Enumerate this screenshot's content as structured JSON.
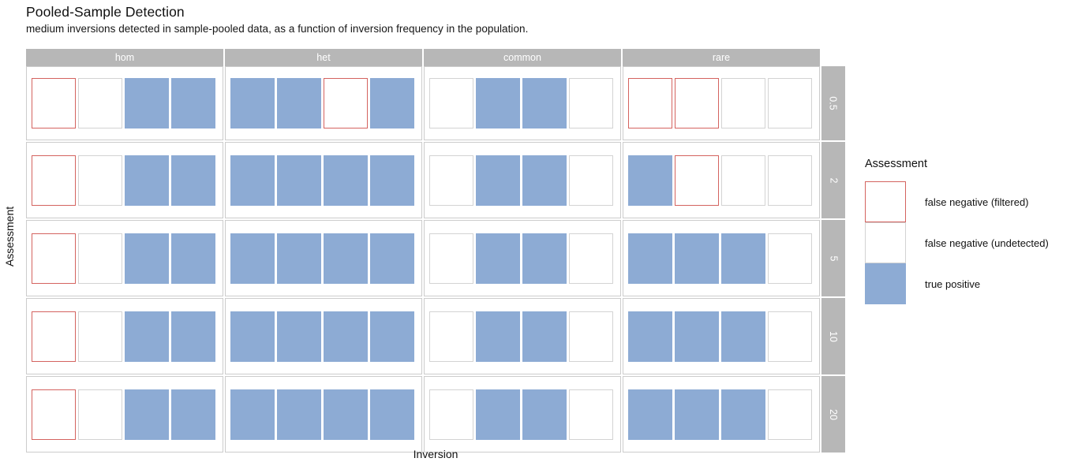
{
  "header": {
    "title": "Pooled-Sample Detection",
    "subtitle": "medium inversions detected in sample-pooled data, as a function of inversion frequency in the population."
  },
  "axes": {
    "y_title": "Assessment",
    "x_title": "Inversion"
  },
  "legend": {
    "title": "Assessment",
    "items": [
      {
        "key": "fn-filtered",
        "label": "false negative (filtered)",
        "color": "#d4635f",
        "fill": "#ffffff"
      },
      {
        "key": "fn-undetected",
        "label": "false negative (undetected)",
        "color": "#d3d3d3",
        "fill": "#ffffff"
      },
      {
        "key": "tp",
        "label": "true positive",
        "color": "#8dabd4",
        "fill": "#8dabd4"
      }
    ]
  },
  "colors": {
    "strip_background": "#b7b7b7",
    "strip_text": "#ffffff",
    "panel_border": "#cccccc",
    "true_positive": "#8dabd4",
    "false_negative_filtered": "#d4635f",
    "false_negative_undetected": "#d3d3d3",
    "background": "#ffffff"
  },
  "chart_data": {
    "type": "heatmap",
    "title": "Pooled-Sample Detection",
    "subtitle": "medium inversions detected in sample-pooled data, as a function of inversion frequency in the population.",
    "xlabel": "Inversion",
    "ylabel": "Assessment",
    "col_facets": [
      "hom",
      "het",
      "common",
      "rare"
    ],
    "row_facets": [
      "0.5",
      "2",
      "5",
      "10",
      "20"
    ],
    "cells_per_panel": 4,
    "legend_position": "right",
    "categories": [
      "false negative (filtered)",
      "false negative (undetected)",
      "true positive"
    ],
    "panels": [
      {
        "row": "0.5",
        "cols": {
          "hom": [
            "fn-filtered",
            "fn-undetected",
            "tp",
            "tp"
          ],
          "het": [
            "tp",
            "tp",
            "fn-filtered",
            "tp"
          ],
          "common": [
            "fn-undetected",
            "tp",
            "tp",
            "fn-undetected"
          ],
          "rare": [
            "fn-filtered",
            "fn-filtered",
            "fn-undetected",
            "fn-undetected"
          ]
        }
      },
      {
        "row": "2",
        "cols": {
          "hom": [
            "fn-filtered",
            "fn-undetected",
            "tp",
            "tp"
          ],
          "het": [
            "tp",
            "tp",
            "tp",
            "tp"
          ],
          "common": [
            "fn-undetected",
            "tp",
            "tp",
            "fn-undetected"
          ],
          "rare": [
            "tp",
            "fn-filtered",
            "fn-undetected",
            "fn-undetected"
          ]
        }
      },
      {
        "row": "5",
        "cols": {
          "hom": [
            "fn-filtered",
            "fn-undetected",
            "tp",
            "tp"
          ],
          "het": [
            "tp",
            "tp",
            "tp",
            "tp"
          ],
          "common": [
            "fn-undetected",
            "tp",
            "tp",
            "fn-undetected"
          ],
          "rare": [
            "tp",
            "tp",
            "tp",
            "fn-undetected"
          ]
        }
      },
      {
        "row": "10",
        "cols": {
          "hom": [
            "fn-filtered",
            "fn-undetected",
            "tp",
            "tp"
          ],
          "het": [
            "tp",
            "tp",
            "tp",
            "tp"
          ],
          "common": [
            "fn-undetected",
            "tp",
            "tp",
            "fn-undetected"
          ],
          "rare": [
            "tp",
            "tp",
            "tp",
            "fn-undetected"
          ]
        }
      },
      {
        "row": "20",
        "cols": {
          "hom": [
            "fn-filtered",
            "fn-undetected",
            "tp",
            "tp"
          ],
          "het": [
            "tp",
            "tp",
            "tp",
            "tp"
          ],
          "common": [
            "fn-undetected",
            "tp",
            "tp",
            "fn-undetected"
          ],
          "rare": [
            "tp",
            "tp",
            "tp",
            "fn-undetected"
          ]
        }
      }
    ]
  }
}
